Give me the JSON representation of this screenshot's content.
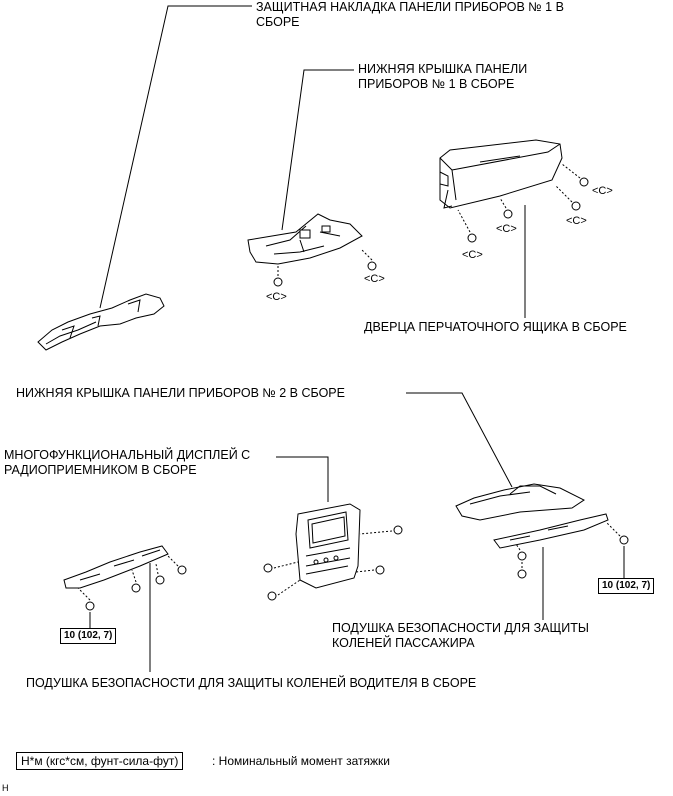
{
  "parts": {
    "finish_panel_1": "ЗАЩИТНАЯ НАКЛАДКА ПАНЕЛИ ПРИБОРОВ № 1 В\nСБОРЕ",
    "lower_cover_1": "НИЖНЯЯ КРЫШКА ПАНЕЛИ\nПРИБОРОВ № 1 В СБОРЕ",
    "glove_door": "ДВЕРЦА ПЕРЧАТОЧНОГО ЯЩИКА В СБОРЕ",
    "lower_cover_2": "НИЖНЯЯ КРЫШКА ПАНЕЛИ ПРИБОРОВ № 2 В СБОРЕ",
    "multi_display": "МНОГОФУНКЦИОНАЛЬНЫЙ ДИСПЛЕЙ С\nРАДИОПРИЕМНИКОМ В СБОРЕ",
    "passenger_airbag": "ПОДУШКА БЕЗОПАСНОСТИ ДЛЯ ЗАЩИТЫ\nКОЛЕНЕЙ ПАССАЖИРА",
    "driver_airbag": "ПОДУШКА БЕЗОПАСНОСТИ ДЛЯ ЗАЩИТЫ КОЛЕНЕЙ ВОДИТЕЛЯ В СБОРЕ"
  },
  "clip_code": "<C>",
  "torque_value": "10 (102, 7)",
  "legend": {
    "unit": "Н*м (кгс*см, фунт-сила-фут)",
    "description": ": Номинальный момент затяжки"
  },
  "figure_id": "H"
}
